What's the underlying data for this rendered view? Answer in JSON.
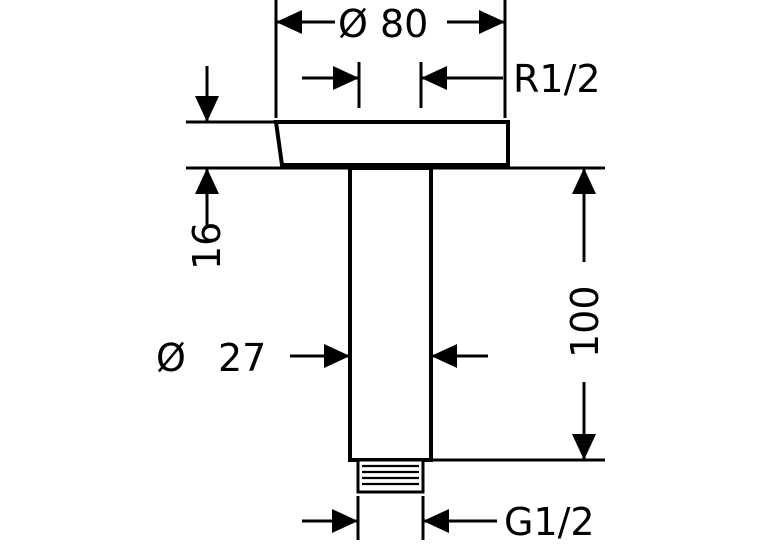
{
  "dimensions": {
    "flange_diameter": "Ø 80",
    "flange_thread": "R1/2",
    "flange_height": "16",
    "pipe_diameter_symbol": "Ø",
    "pipe_diameter_value": "27",
    "length": "100",
    "end_thread": "G1/2"
  }
}
